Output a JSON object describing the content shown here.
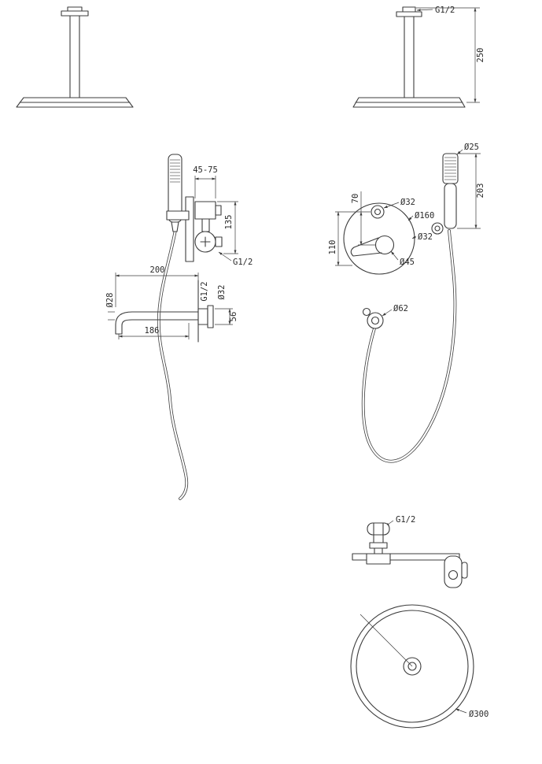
{
  "drawing": {
    "kind": "shower-set-installation-dimensions",
    "colors": {
      "background": "#ffffff",
      "line": "#3c3c3c"
    },
    "labels": {
      "ceiling_thread": "G1/2",
      "ceiling_drop": "250",
      "mixer_depth_range": "45-75",
      "mixer_height": "135",
      "mixer_thread": "G1/2",
      "spout_length": "200",
      "spout_diameter": "Ø28",
      "spout_reach": "186",
      "spout_thread": "G1/2",
      "spout_connection_diameter": "Ø32",
      "spout_drop": "56",
      "plate_port_spacing": "70",
      "plate_top_port_diameter": "Ø32",
      "plate_diameter": "Ø160",
      "plate_outlet_diameter": "Ø32",
      "plate_handle_offset": "110",
      "plate_handle_diameter": "Ø45",
      "handshower_diameter": "Ø25",
      "handshower_length": "203",
      "hose_nut_diameter": "Ø62",
      "overhead_thread": "G1/2",
      "overhead_diameter": "Ø300"
    }
  }
}
